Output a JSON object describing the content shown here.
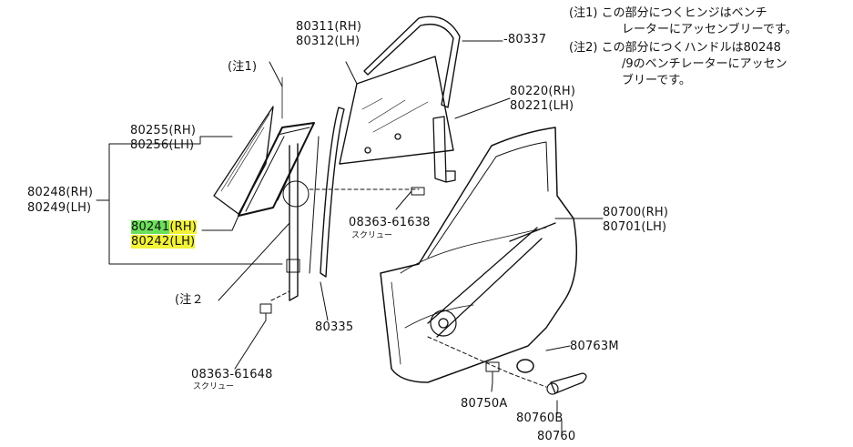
{
  "notes": [
    {
      "mark": "(注1)",
      "lines": [
        "この部分につくヒンジはベンチ",
        "レーターにアッセンブリーです。"
      ]
    },
    {
      "mark": "(注2)",
      "lines": [
        "この部分につくハンドルは80248",
        "/9のベンチレーターにアッセン",
        "ブリーです。"
      ]
    }
  ],
  "callouts": {
    "note1": "(注1)",
    "note2": "(注２",
    "p80311": "80311(RH)",
    "p80312": "80312(LH)",
    "p80337": "-80337",
    "p80255": "80255(RH)",
    "p80256": "80256(LH)",
    "p80248": "80248(RH)",
    "p80249": "80249(LH)",
    "p80241_num": "80241",
    "p80241_side": "(RH)",
    "p80242_num": "80242",
    "p80242_side": "(LH)",
    "p80220": "80220(RH)",
    "p80221": "80221(LH)",
    "p08363a": "08363-61638",
    "screw_a": "スクリュー",
    "p80700": "80700(RH)",
    "p80701": "80701(LH)",
    "p08363b": "08363-61648",
    "screw_b": "スクリュー",
    "p80335": "80335",
    "p80763M": "80763M",
    "p80750A": "80750A",
    "p80760B": "80760B",
    "p80760": "80760"
  },
  "highlight": {
    "outer": "#f2f23a",
    "inner": "#6de05a"
  }
}
